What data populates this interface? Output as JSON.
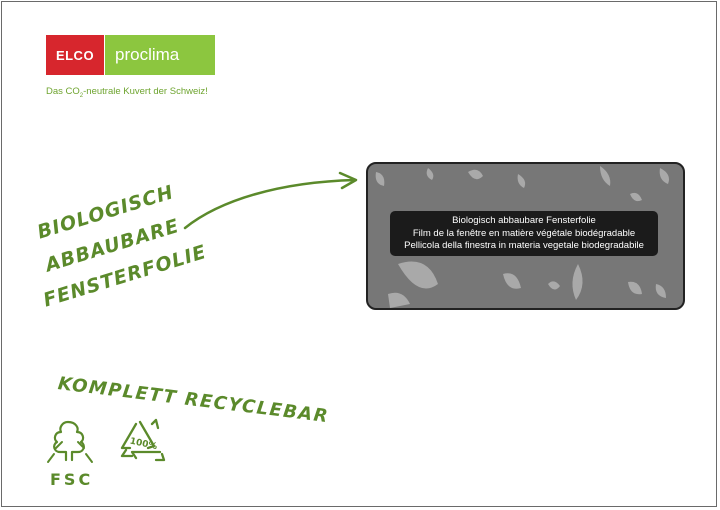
{
  "logo": {
    "brand": "ELCO",
    "name": "proclima"
  },
  "tagline": {
    "before": "Das CO",
    "sub": "2",
    "after": "-neutrale Kuvert der Schweiz!"
  },
  "handwritten": {
    "line1": "BIOLOGISCH",
    "line2": "ABBAUBARE",
    "line3": "FENSTERFOLIE",
    "recyclable": "KOMPLETT RECYCLEBAR",
    "fsc": "FSC",
    "percent": "100%"
  },
  "window_notice": {
    "de": "Biologisch abbaubare Fensterfolie",
    "fr": "Film de la fenêtre en matière végétale biodégradable",
    "it": "Pellicola della finestra in materia vegetale biodegradabile"
  },
  "colors": {
    "brand_red": "#d7262d",
    "brand_green": "#8cc63f",
    "handwriting_green": "#5b8a2b",
    "window_gray": "#777777"
  },
  "icons": [
    "tree-icon",
    "recycle-icon",
    "arrow-icon"
  ]
}
